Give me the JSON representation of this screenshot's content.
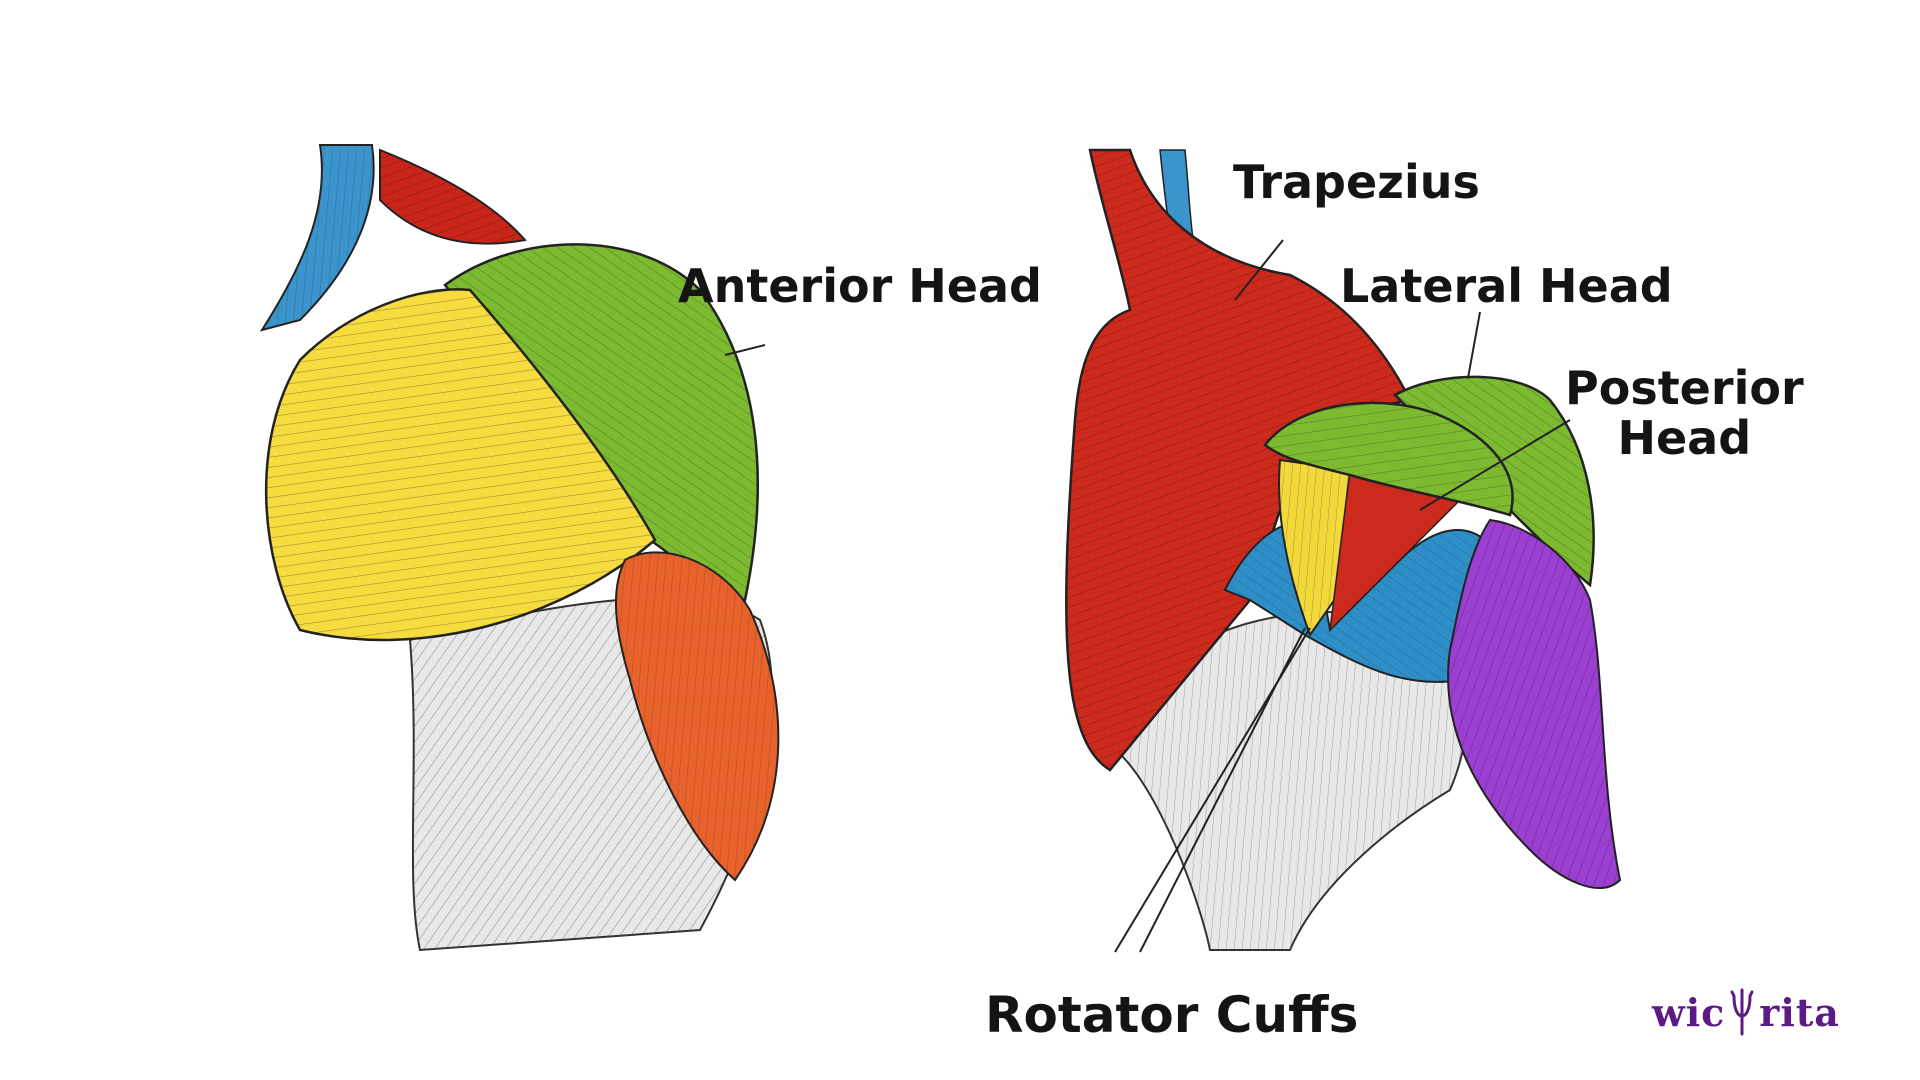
{
  "labels": {
    "anterior_head": "Anterior Head",
    "trapezius": "Trapezius",
    "lateral_head": "Lateral Head",
    "posterior_head_line1": "Posterior",
    "posterior_head_line2": "Head",
    "rotator_cuffs": "Rotator Cuffs"
  },
  "brand": {
    "left_text": "wic",
    "right_text": "rita",
    "icon": "trident-icon",
    "color": "#5b1a86"
  },
  "colors": {
    "anterior_head": "#7cba2f",
    "lateral_head": "#f7dc3c",
    "posterior_head": "#7cba2f",
    "trapezius": "#d2301c",
    "biceps": "#e8612a",
    "triceps": "#9b3fd0",
    "rotator_cuff_blue": "#2e8fc8",
    "rotator_cuff_yellow": "#f3d93a",
    "arm_base": "#e6e6e6"
  }
}
